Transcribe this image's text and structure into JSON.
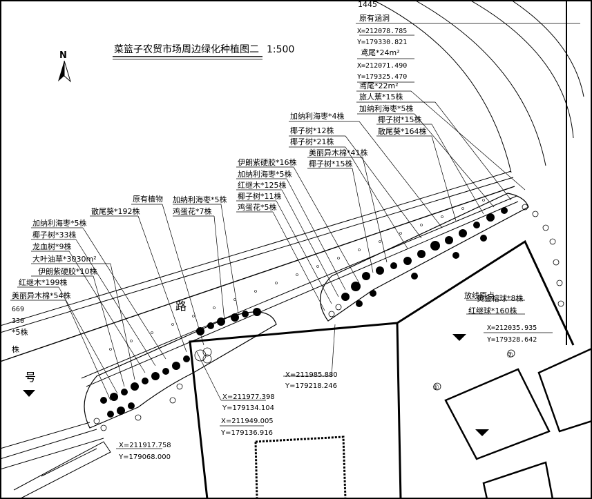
{
  "title": "菜篮子农贸市场周边绿化种植图二",
  "scale": "1:500",
  "north": "N",
  "road_char": "路",
  "left_edge_char": "号",
  "labels": {
    "tr_top": "1445",
    "tr_culvert": "原有涵洞",
    "tr_x1": "X=212078.785",
    "tr_y1": "Y=179330.821",
    "tr_f1": "鸢尾*24m²",
    "tr_x2": "X=212071.490",
    "tr_y2": "Y=179325.470",
    "tr_f2": "鸢尾*22m²",
    "tr_p1": "旅人蕉*15株",
    "tr_p2": "加纳利海枣*5株",
    "tr_p3": "椰子树*15株",
    "tr_p4": "散尾葵*164株",
    "m_p1": "加纳利海枣*4株",
    "m_p2": "椰子树*12株",
    "m_p3": "椰子树*21株",
    "m_p4": "美丽异木棉*41株",
    "m_p5": "椰子树*15株",
    "c_p1": "伊朗紫硬胶*16株",
    "c_p2": "加纳利海枣*5株",
    "c_p3": "红继木*125株",
    "c_p4": "椰子树*11株",
    "c_p5": "鸡蛋花*5株",
    "lc_p1": "原有植物",
    "lc_p2": "加纳利海枣*5株",
    "lc_p3": "鸡蛋花*7株",
    "lc_p4": "散尾葵*192株",
    "l_p1": "加纳利海枣*5株",
    "l_p2": "椰子树*33株",
    "l_p3": "龙血树*9株",
    "l_p4": "大叶油草*3030m²",
    "l_p5": "伊朗紫硬胶*10株",
    "l_p6": "红继木*199株",
    "l_p7": "美丽异木棉*54株",
    "l_cut1": "669",
    "l_cut2": "330",
    "l_cut3": "*5株",
    "l_cut4": "株",
    "r_p1": "放线原点",
    "r_p2": "黄金榕球*8株",
    "r_p3": "红继球*160株",
    "r_x": "X=212035.935",
    "r_y": "Y=179328.642",
    "c_x1": "X=211985.880",
    "c_y1": "Y=179218.246",
    "b_x1": "X=211977.398",
    "b_y1": "Y=179134.104",
    "b_x2": "X=211949.005",
    "b_y2": "Y=179136.916",
    "bl_x": "X=211917.758",
    "bl_y": "Y=179068.000",
    "circle_7": "⑦",
    "circle_1": "①"
  }
}
